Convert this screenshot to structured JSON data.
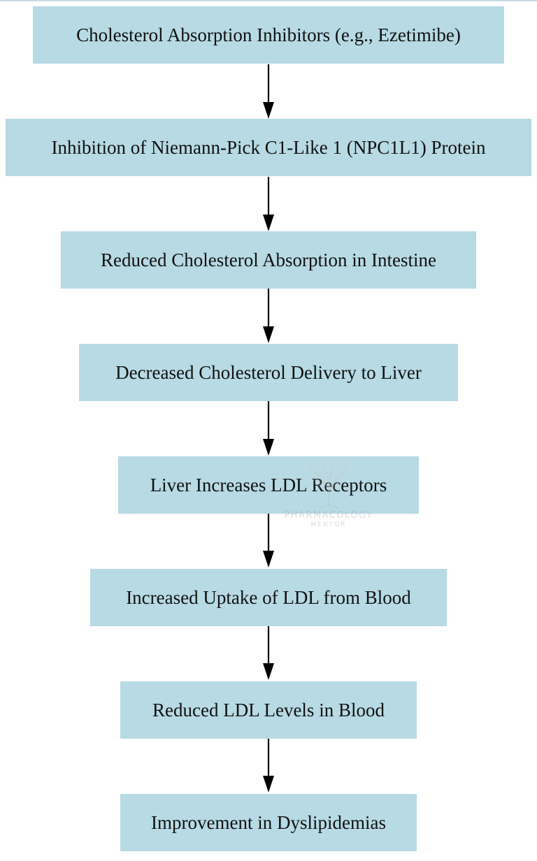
{
  "diagram": {
    "nodes": [
      {
        "id": "n1",
        "label": "Cholesterol Absorption Inhibitors (e.g., Ezetimibe)"
      },
      {
        "id": "n2",
        "label": "Inhibition of Niemann-Pick C1-Like 1 (NPC1L1) Protein"
      },
      {
        "id": "n3",
        "label": "Reduced Cholesterol Absorption in Intestine"
      },
      {
        "id": "n4",
        "label": "Decreased Cholesterol Delivery to Liver"
      },
      {
        "id": "n5",
        "label": "Liver Increases LDL Receptors"
      },
      {
        "id": "n6",
        "label": "Increased Uptake of LDL from Blood"
      },
      {
        "id": "n7",
        "label": "Reduced LDL Levels in Blood"
      },
      {
        "id": "n8",
        "label": "Improvement in Dyslipidemias"
      }
    ],
    "edges": [
      {
        "from": "n1",
        "to": "n2"
      },
      {
        "from": "n2",
        "to": "n3"
      },
      {
        "from": "n3",
        "to": "n4"
      },
      {
        "from": "n4",
        "to": "n5"
      },
      {
        "from": "n5",
        "to": "n6"
      },
      {
        "from": "n6",
        "to": "n7"
      },
      {
        "from": "n7",
        "to": "n8"
      }
    ],
    "colors": {
      "node_fill": "#b7dae4",
      "text": "#111111",
      "arrow": "#000000"
    }
  },
  "watermark": {
    "line1": "PHARMACOLOGY",
    "line2": "MENTOR"
  }
}
